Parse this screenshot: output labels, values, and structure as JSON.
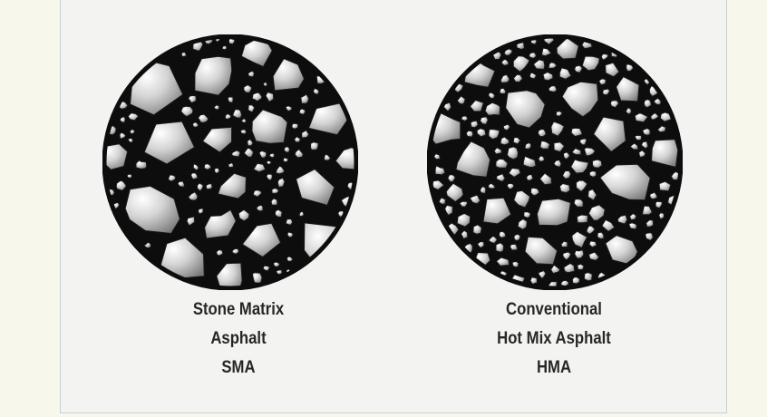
{
  "panels": [
    {
      "id": "sma",
      "caption_lines": [
        "Stone Matrix",
        "Asphalt",
        "SMA"
      ]
    },
    {
      "id": "hma",
      "caption_lines": [
        "Conventional",
        "Hot Mix Asphalt",
        "HMA"
      ]
    }
  ]
}
